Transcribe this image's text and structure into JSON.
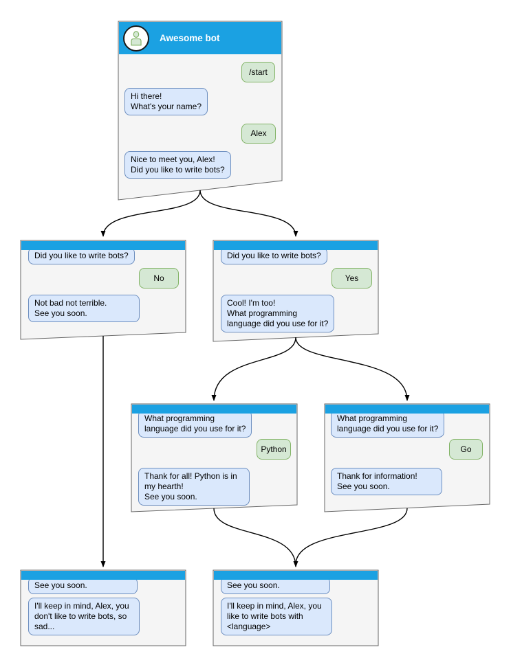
{
  "window_title": "Awesome bot",
  "colors": {
    "header_blue": "#1ba1e2",
    "window_fill": "#f5f5f5",
    "window_border": "#666666",
    "bot_bubble_fill": "#dae8fc",
    "bot_bubble_border": "#6c8ebf",
    "user_bubble_fill": "#d5e8d4",
    "user_bubble_border": "#82b366",
    "arrow": "#000000"
  },
  "nodes": {
    "main": {
      "title": "Awesome bot",
      "messages": {
        "start": "/start",
        "greeting": "Hi there!\nWhat's your name?",
        "name": "Alex",
        "question": "Nice to meet you, Alex!\nDid you like to write bots?"
      }
    },
    "branch_no": {
      "question": "Did you like to write bots?",
      "answer": "No",
      "reply": "Not bad not terrible.\nSee you soon."
    },
    "branch_yes": {
      "question": "Did you like to write bots?",
      "answer": "Yes",
      "reply": "Cool! I'm too!\nWhat programming\nlanguage did you use for it?"
    },
    "branch_python": {
      "question": "What programming\nlanguage did you use for it?",
      "answer": "Python",
      "reply": "Thank for all! Python is in\nmy hearth!\nSee you soon."
    },
    "branch_go": {
      "question": "What programming\nlanguage did you use for it?",
      "answer": "Go",
      "reply": "Thank for information!\nSee you soon."
    },
    "end_no": {
      "question": "See you soon.",
      "reply": "I'll keep in mind, Alex, you\ndon't like to write bots, so\nsad..."
    },
    "end_yes": {
      "question": "See you soon.",
      "reply": "I'll keep in mind, Alex, you\nlike to write bots with\n<language>"
    }
  }
}
